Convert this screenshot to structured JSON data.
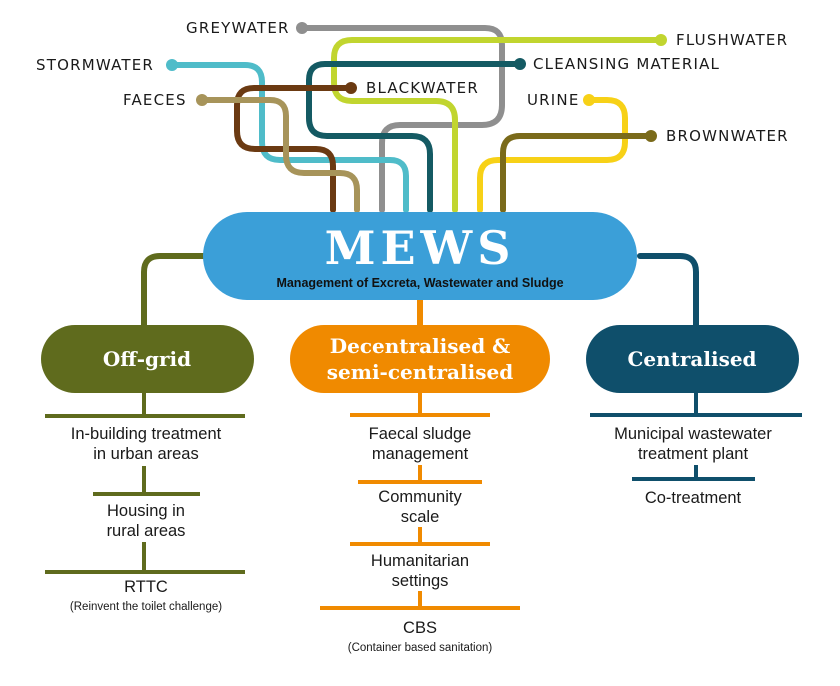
{
  "sources": {
    "greywater": "GREYWATER",
    "flushwater": "FLUSHWATER",
    "stormwater": "STORMWATER",
    "cleansing_material": "CLEANSING MATERIAL",
    "blackwater": "BLACKWATER",
    "faeces": "FAECES",
    "urine": "URINE",
    "brownwater": "BROWNWATER"
  },
  "colors": {
    "greywater": "#8f8f8f",
    "flushwater": "#c1d52f",
    "stormwater": "#4fbcc9",
    "cleansing_material": "#145a63",
    "blackwater": "#6b3a12",
    "faeces": "#a7945a",
    "urine": "#f7d117",
    "brownwater": "#7a6a1a",
    "mews": "#3b9fd8",
    "off_grid": "#5f6b1d",
    "decentralised": "#f08a00",
    "centralised": "#0f4f6b"
  },
  "mews": {
    "title": "MEWS",
    "subtitle": "Management of Excreta, Wastewater and Sludge"
  },
  "categories": {
    "off_grid": {
      "label": "Off-grid",
      "items": [
        "In-building treatment",
        "in urban areas",
        "Housing in",
        "rural areas",
        "RTTC",
        "(Reinvent the toilet challenge)"
      ]
    },
    "decentralised": {
      "label_line1": "Decentralised &",
      "label_line2": "semi-centralised",
      "items": [
        "Faecal sludge",
        "management",
        "Community",
        "scale",
        "Humanitarian",
        "settings",
        "CBS",
        "(Container based sanitation)"
      ]
    },
    "centralised": {
      "label": "Centralised",
      "items": [
        "Municipal wastewater",
        "treatment plant",
        "Co-treatment"
      ]
    }
  }
}
